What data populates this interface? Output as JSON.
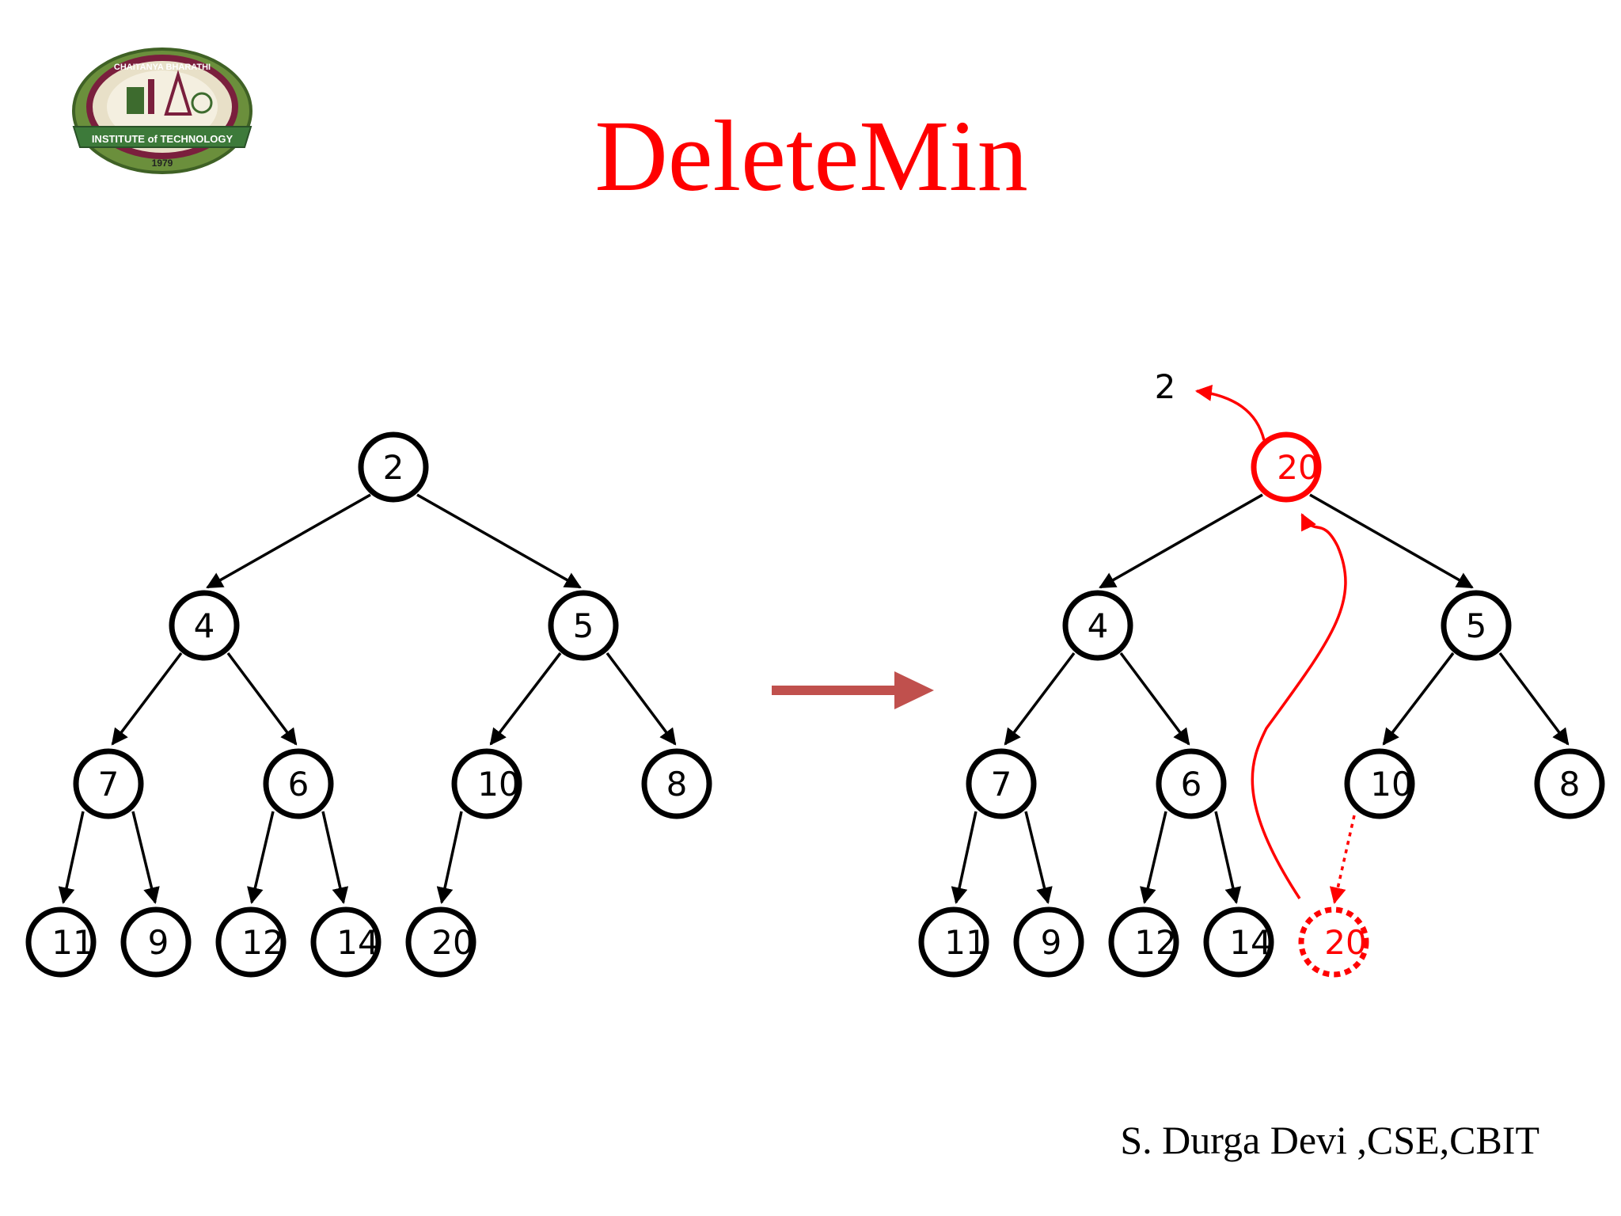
{
  "slide": {
    "title": "DeleteMin",
    "footer": "S. Durga Devi ,CSE,CBIT",
    "logo": {
      "top_text": "CHAITANYA BHARATHI",
      "band_text": "INSTITUTE of TECHNOLOGY",
      "year": "1979"
    }
  },
  "colors": {
    "title": "#ff0000",
    "node_stroke": "#000000",
    "highlight": "#ff0000",
    "transition_arrow": "#c0504d"
  },
  "left_tree": {
    "nodes": [
      "2",
      "4",
      "5",
      "7",
      "6",
      "10",
      "8",
      "11",
      "9",
      "12",
      "14",
      "20"
    ]
  },
  "right_tree": {
    "removed_value": "2",
    "nodes": [
      "20",
      "4",
      "5",
      "7",
      "6",
      "10",
      "8",
      "11",
      "9",
      "12",
      "14",
      "20"
    ],
    "highlighted_root": true,
    "moved_leaf_dashed": true
  }
}
